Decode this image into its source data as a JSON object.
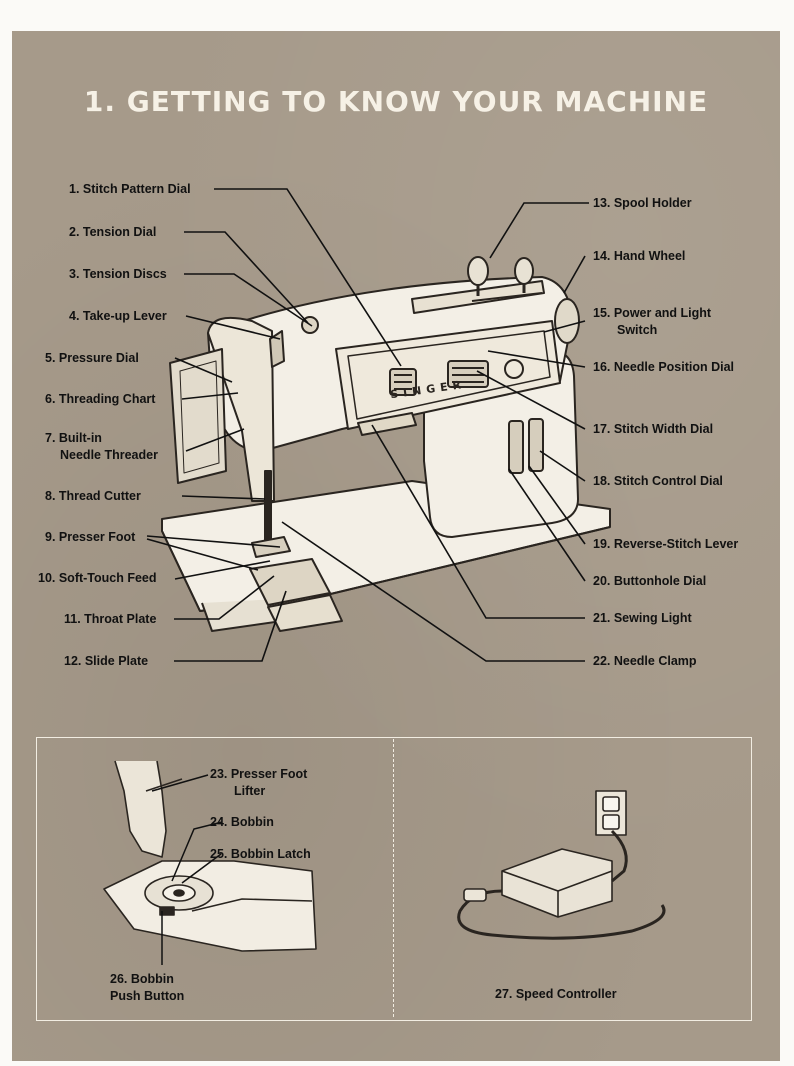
{
  "title": "1. GETTING TO KNOW YOUR MACHINE",
  "machine": {
    "brand": "SINGER"
  },
  "callouts": [
    {
      "text": "1. Stitch Pattern Dial"
    },
    {
      "text": "2. Tension Dial"
    },
    {
      "text": "3. Tension Discs"
    },
    {
      "text": "4. Take-up Lever"
    },
    {
      "text": "5. Pressure Dial"
    },
    {
      "text": "6. Threading Chart"
    },
    {
      "text": "7. Built-in",
      "text2": "Needle Threader"
    },
    {
      "text": "8. Thread Cutter"
    },
    {
      "text": "9. Presser Foot"
    },
    {
      "text": "10. Soft-Touch Feed"
    },
    {
      "text": "11. Throat Plate"
    },
    {
      "text": "12. Slide Plate"
    },
    {
      "text": "13. Spool Holder"
    },
    {
      "text": "14. Hand Wheel"
    },
    {
      "text": "15. Power and Light",
      "text2": "Switch"
    },
    {
      "text": "16. Needle Position Dial"
    },
    {
      "text": "17. Stitch Width Dial"
    },
    {
      "text": "18. Stitch Control Dial"
    },
    {
      "text": "19. Reverse-Stitch Lever"
    },
    {
      "text": "20. Buttonhole Dial"
    },
    {
      "text": "21. Sewing Light"
    },
    {
      "text": "22. Needle Clamp"
    },
    {
      "text": "23. Presser Foot",
      "text2": "Lifter"
    },
    {
      "text": "24. Bobbin"
    },
    {
      "text": "25. Bobbin Latch"
    },
    {
      "text": "26. Bobbin",
      "text2": "Push Button"
    },
    {
      "text": "27. Speed Controller"
    }
  ]
}
